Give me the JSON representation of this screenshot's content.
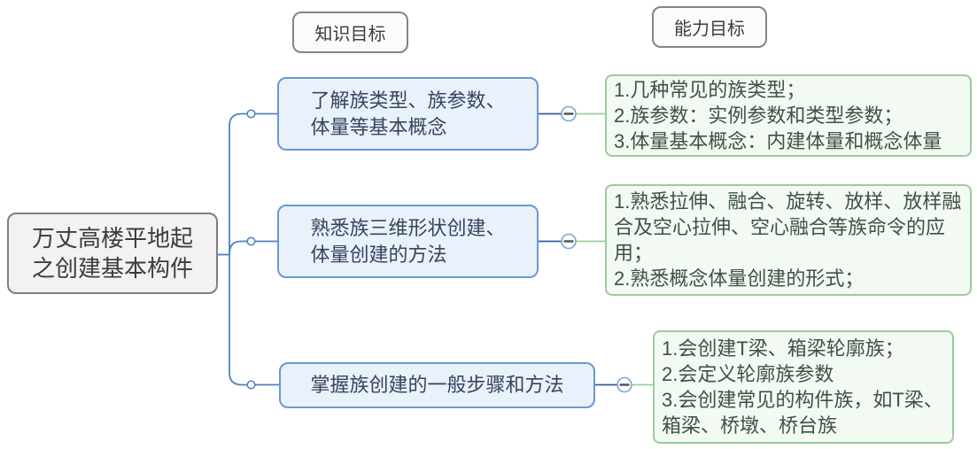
{
  "root": {
    "lines": [
      "万丈高楼平地起",
      "之创建基本构件"
    ]
  },
  "headers": {
    "knowledge": "知识目标",
    "ability": "能力目标"
  },
  "branches": [
    {
      "topic_lines": [
        "了解族类型、族参数、",
        "体量等基本概念"
      ],
      "details": [
        "1.几种常见的族类型；",
        "2.族参数：实例参数和类型参数；",
        "3.体量基本概念：内建体量和概念体量"
      ]
    },
    {
      "topic_lines": [
        "熟悉族三维形状创建、",
        "体量创建的方法"
      ],
      "details": [
        "1.熟悉拉伸、融合、旋转、放样、放样融合及空心拉伸、空心融合等族命令的应用；",
        "2.熟悉概念体量创建的形式；"
      ]
    },
    {
      "topic_lines": [
        "掌握族创建的一般步骤和方法"
      ],
      "details": [
        "1.会创建T梁、箱梁轮廓族；",
        "2.会定义轮廓族参数",
        "3.会创建常见的构件族，如T梁、箱梁、桥墩、桥台族"
      ]
    }
  ],
  "colors": {
    "root_bg": "#f2f2f2",
    "root_border": "#7f7f7f",
    "header_bg": "#fbfbfb",
    "header_border": "#848484",
    "topic_bg": "#e9f1fb",
    "topic_border": "#6b98d3",
    "detail_bg": "#f2faf2",
    "detail_border": "#9ccc9c",
    "branch_line": "#4f81bd",
    "link_blue": "#2f5f9f",
    "link_green": "#9ccc9c",
    "collapse_ring": "#7aa5d8",
    "minus_glyph": "#555555"
  }
}
